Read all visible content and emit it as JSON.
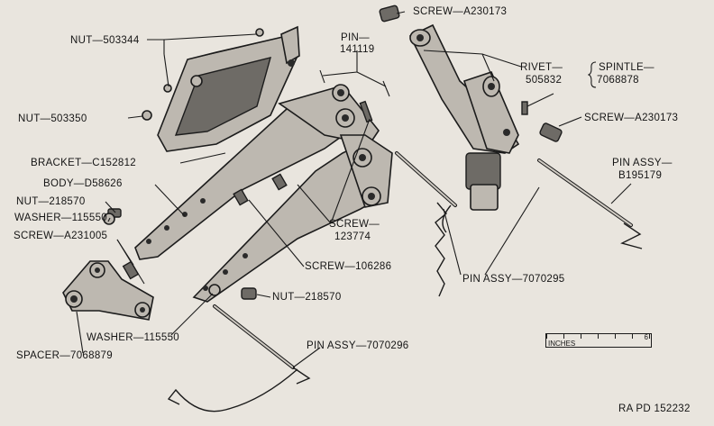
{
  "labels": {
    "nut_503344": "NUT—503344",
    "pin_141119_a": "PIN—",
    "pin_141119_b": "141119",
    "screw_a230173_top": "SCREW—A230173",
    "rivet_a": "RIVET—",
    "rivet_b": "505832",
    "spintle_a": "SPINTLE—",
    "spintle_b": "7068878",
    "nut_503350": "NUT—503350",
    "screw_a230173_mid": "SCREW—A230173",
    "bracket": "BRACKET—C152812",
    "body": "BODY—D58626",
    "pin_assy_b195179_a": "PIN ASSY—",
    "pin_assy_b195179_b": "B195179",
    "nut_218570_left": "NUT—218570",
    "washer_115550_left": "WASHER—115550",
    "screw_123774_a": "SCREW—",
    "screw_123774_b": "123774",
    "screw_a231005": "SCREW—A231005",
    "screw_106286": "SCREW—106286",
    "pin_assy_7070295": "PIN ASSY—7070295",
    "nut_218570_low": "NUT—218570",
    "washer_115550_low": "WASHER—115550",
    "spacer": "SPACER—7068879",
    "pin_assy_7070296": "PIN ASSY—7070296",
    "figure_ref": "RA PD 152232"
  },
  "scale_bar": {
    "unit": "INCHES",
    "max": "6"
  },
  "colors": {
    "paper": "#e9e5de",
    "ink": "#1b1b1b",
    "metal": "#bdb8b0"
  }
}
